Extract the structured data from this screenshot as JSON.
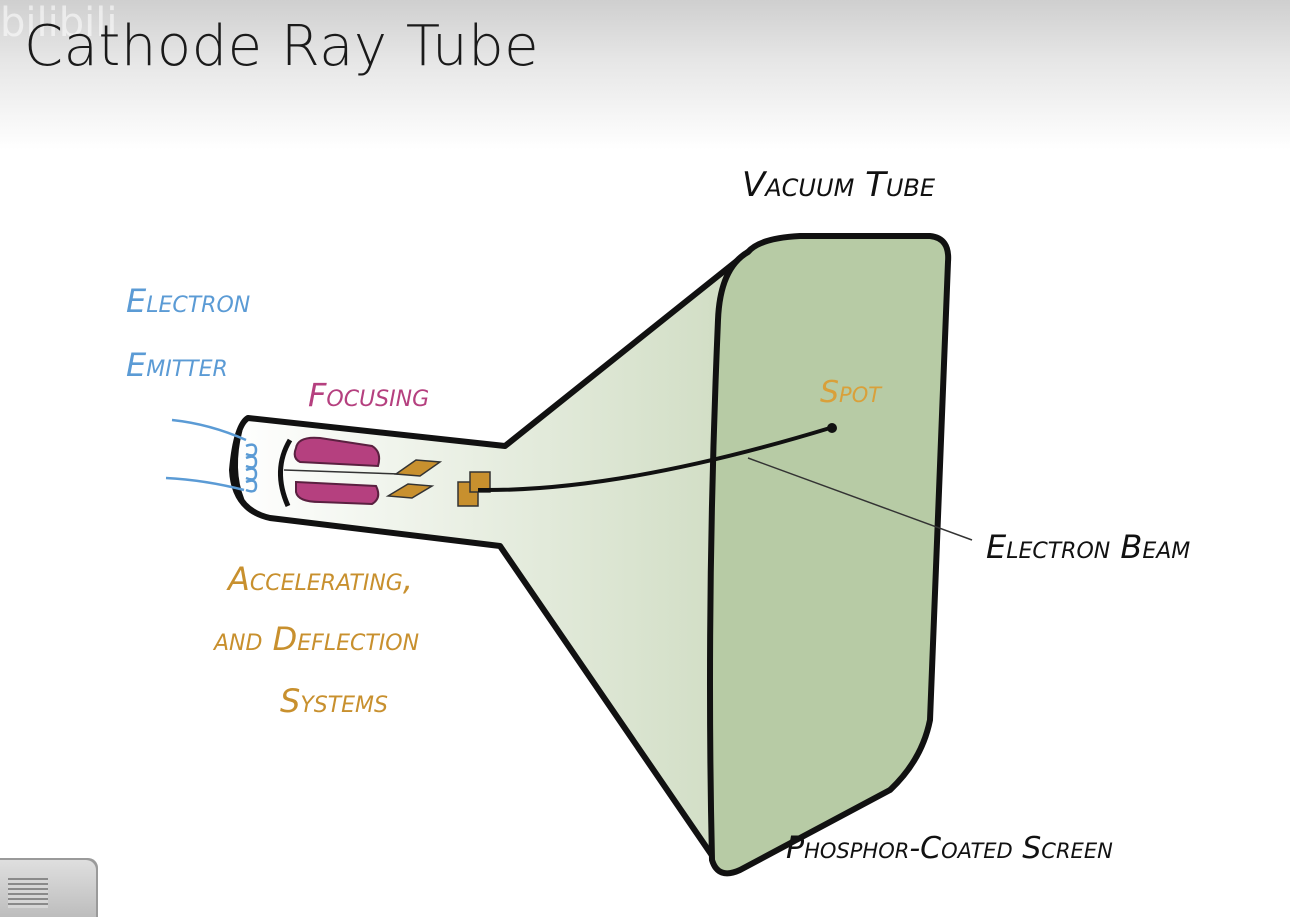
{
  "slide": {
    "title": "Cathode Ray Tube",
    "watermark": "bilibili"
  },
  "labels": {
    "vacuum_tube": "Vacuum Tube",
    "electron_emitter_line1": "Electron",
    "electron_emitter_line2": "Emitter",
    "focusing": "Focusing",
    "spot": "Spot",
    "electron_beam": "Electron Beam",
    "accel_line1": "Accelerating,",
    "accel_line2": "and Deflection",
    "accel_line3": "Systems",
    "phosphor_screen": "Phosphor-Coated Screen"
  },
  "colors": {
    "outline": "#111111",
    "screen_fill": "#b4c9a2",
    "cone_fill_light": "#e4ecda",
    "focus_magenta": "#b5407f",
    "accel_orange": "#c8902e",
    "emitter_blue": "#5b9bd5",
    "spot_orange": "#d9a03a"
  }
}
